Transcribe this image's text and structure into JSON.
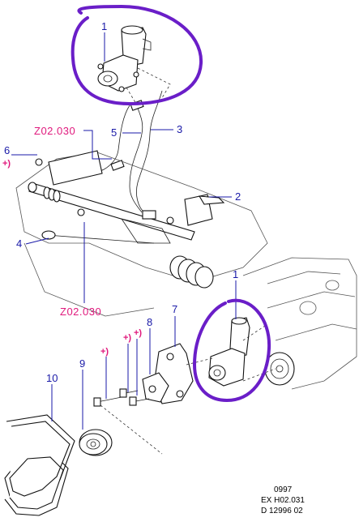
{
  "diagram": {
    "callouts": [
      {
        "id": "c1-top",
        "text": "1"
      },
      {
        "id": "c5",
        "text": "5"
      },
      {
        "id": "c3",
        "text": "3"
      },
      {
        "id": "c6",
        "text": "6"
      },
      {
        "id": "c2",
        "text": "2"
      },
      {
        "id": "c4",
        "text": "4"
      },
      {
        "id": "c1-bottom",
        "text": "1"
      },
      {
        "id": "c7",
        "text": "7"
      },
      {
        "id": "c8",
        "text": "8"
      },
      {
        "id": "c9",
        "text": "9"
      },
      {
        "id": "c10",
        "text": "10"
      }
    ],
    "references": {
      "top": "Z02.030",
      "bottom": "Z02.030"
    },
    "marks": {
      "plus_a": "+)",
      "plus_b": "+)",
      "plus_c": "+)",
      "plus_d": "+)"
    },
    "highlight_color": "#6a1ec8",
    "callout_color": "#1a1aa8",
    "reference_color": "#e0197d"
  },
  "footer": {
    "line1": "0997",
    "line2": "EX  H02.031",
    "line3": "D  12996  02"
  }
}
